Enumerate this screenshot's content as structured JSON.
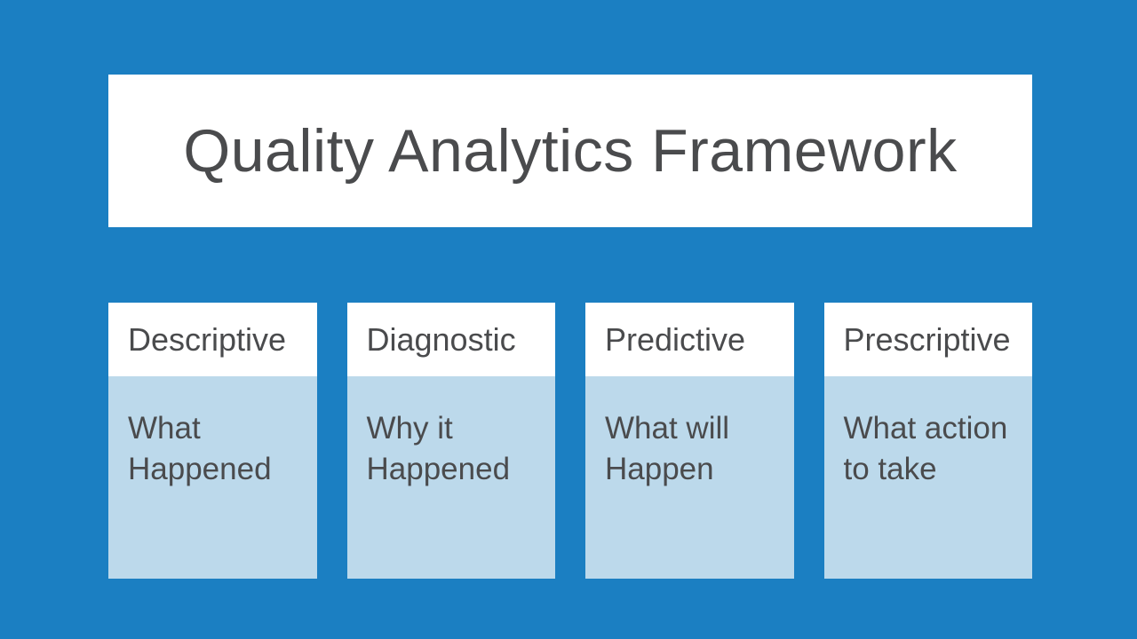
{
  "slide": {
    "title": "Quality Analytics Framework"
  },
  "colors": {
    "background": "#1b7fc2",
    "panel_white": "#ffffff",
    "card_body_blue": "#bcd9eb",
    "text_gray": "#4a4b4d"
  },
  "columns": [
    {
      "header": "Descriptive",
      "line1": "What",
      "line2": "Happened"
    },
    {
      "header": "Diagnostic",
      "line1": "Why it",
      "line2": "Happened"
    },
    {
      "header": "Predictive",
      "line1": "What will",
      "line2": "Happen"
    },
    {
      "header": "Prescriptive",
      "line1": "What action",
      "line2": "to take"
    }
  ]
}
